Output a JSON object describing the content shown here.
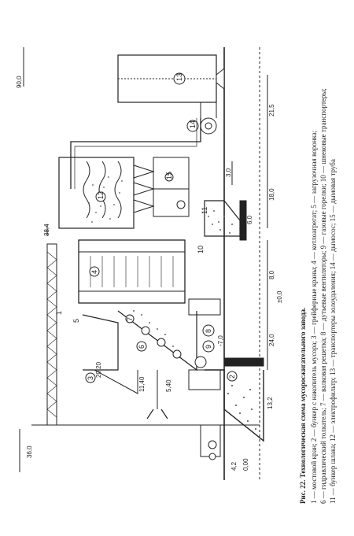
{
  "caption": {
    "title": "Рис. 22. Технологическая схема мусоросжигательного завода.",
    "line1": "1 — мостовой кран; 2 — бункер с накопитель мусора; 3 — грейферные краны; 4 — котлоагрегат; 5 — загрузочная воронка;",
    "line2": "6 — гидравлический толкатель; 7 — валковая решетка; 8 — дутьевые вентиляторы; 9 — газовые горелки; 10 — шнековые транспортеры;",
    "line3": "11 — бункер шлака; 12 — электрофильтр; 13 — транспортеры золоудаления; 14 — дымосос; 15 — дымовая труба"
  },
  "elevations": {
    "e90": "90,0",
    "e38": "38,4",
    "e36": "36,0",
    "e20": "20,20",
    "e11": "11,40",
    "e5": "5,40",
    "e42": "4,2",
    "e00": "0,00",
    "e70": "-7,0",
    "e32": "13,2",
    "e0": "±0,0"
  },
  "dimensions": {
    "d215": "21,5",
    "d30": "3,0",
    "d180": "18,0",
    "d60": "6,0",
    "d80": "8,0",
    "d240": "24,0"
  },
  "callouts": [
    "1",
    "2",
    "3",
    "4",
    "5",
    "6",
    "7",
    "8",
    "9",
    "10",
    "11",
    "12",
    "13",
    "14",
    "15"
  ]
}
